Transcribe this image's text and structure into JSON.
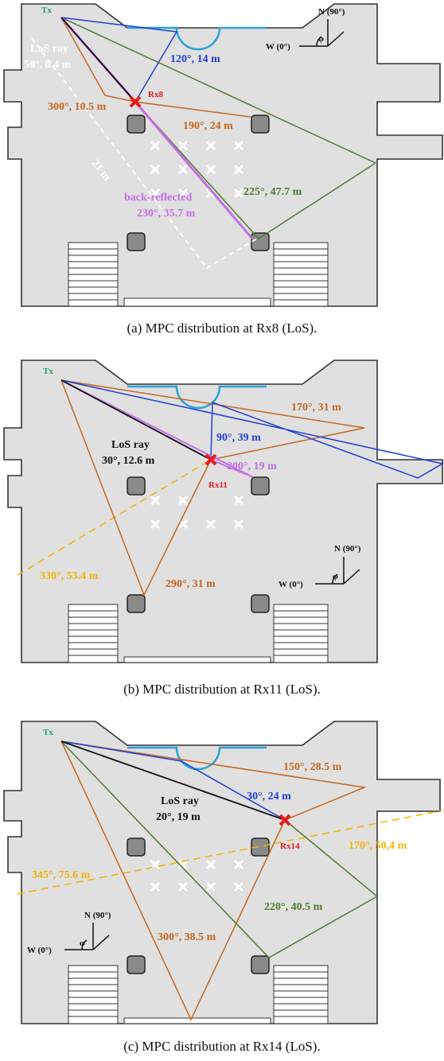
{
  "colors": {
    "floor": "#e0e0e0",
    "wall": "#333333",
    "window": "#29a3d6",
    "pillar": "#8a8a8a",
    "los": "#111111",
    "orange": "#c8661e",
    "blue": "#1f3fd6",
    "green": "#4e7d2e",
    "violet": "#c56ee6",
    "yellow": "#f4b400",
    "tx": "#1aa860",
    "rx": "#e8191b"
  },
  "panels": [
    {
      "caption": "(a) MPC distribution at Rx8 (LoS).",
      "tx_label": "Tx",
      "rx_label": "Rx8",
      "compass": {
        "north": "N (90°)",
        "west": "W (0°)",
        "phi": "φ"
      },
      "distance_label": "21 m",
      "labels": {
        "los_name": "LoS ray",
        "los_value": "50°, 8.4 m",
        "blue": "120°, 14 m",
        "orange_left": "300°, 10.5 m",
        "orange_right": "190°, 24 m",
        "green": "225°, 47.7 m",
        "violet_name": "back-reflected",
        "violet_value": "230°, 35.7 m"
      }
    },
    {
      "caption": "(b) MPC distribution at Rx11 (LoS).",
      "tx_label": "Tx",
      "rx_label": "Rx11",
      "compass": {
        "north": "N (90°)",
        "west": "W (0°)",
        "phi": "φ"
      },
      "labels": {
        "los_name": "LoS ray",
        "los_value": "30°, 12.6 m",
        "orange_top": "170°, 31 m",
        "blue": "90°, 39 m",
        "violet": "200°, 19 m",
        "yellow": "330°, 53.4 m",
        "orange_bottom": "290°, 31 m"
      }
    },
    {
      "caption": "(c) MPC distribution at Rx14 (LoS).",
      "tx_label": "Tx",
      "rx_label": "Rx14",
      "compass": {
        "north": "N (90°)",
        "west": "W (0°)",
        "phi": "φ"
      },
      "labels": {
        "orange_top": "150°, 28.5 m",
        "blue": "30°, 24 m",
        "los_name": "LoS ray",
        "los_value": "20°, 19 m",
        "yellow_right": "170°, 50,4 m",
        "yellow_left": "345°, 75.6 m",
        "green": "220°, 40.5 m",
        "orange_bottom": "300°, 38.5 m"
      }
    }
  ]
}
